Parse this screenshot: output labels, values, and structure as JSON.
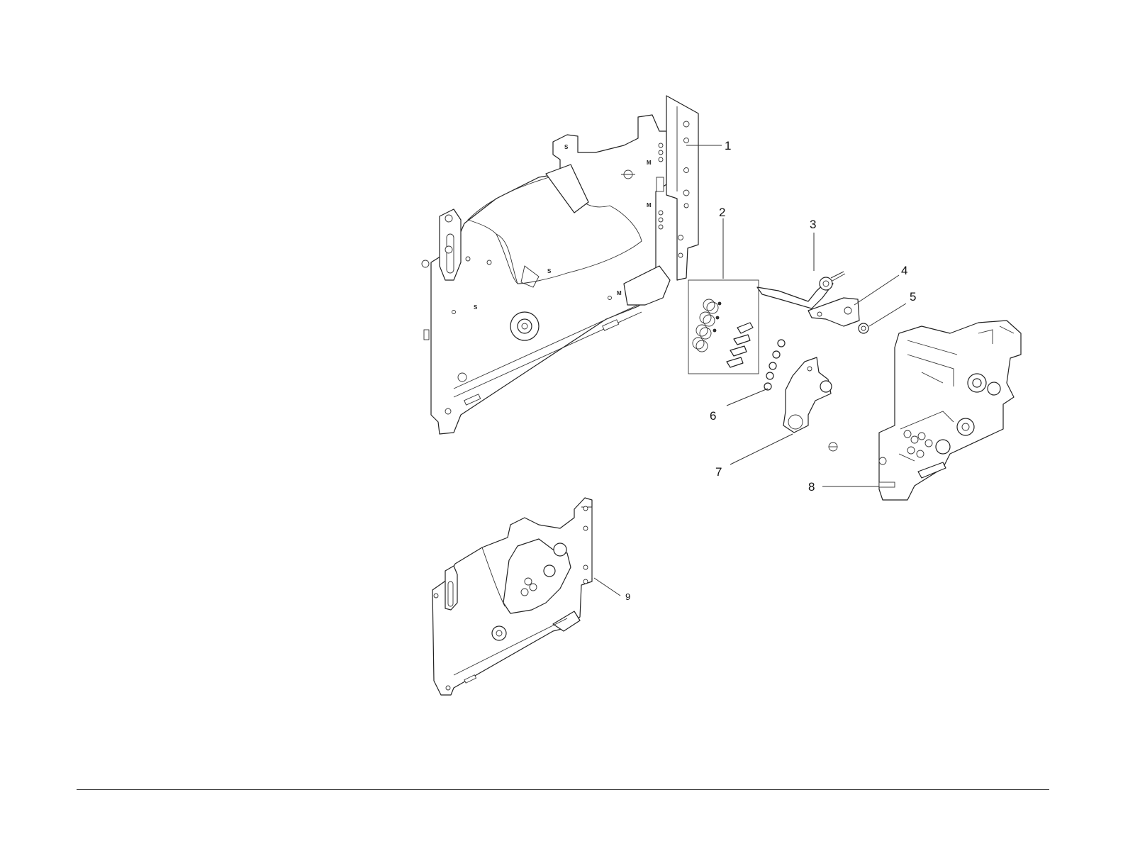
{
  "diagram": {
    "callouts": [
      "1",
      "2",
      "3",
      "4",
      "5",
      "6",
      "7",
      "8",
      "9"
    ],
    "frame_marks": [
      "S",
      "M",
      "M",
      "S",
      "S",
      "M"
    ]
  },
  "colors": {
    "line": "#222222",
    "background": "#ffffff"
  }
}
